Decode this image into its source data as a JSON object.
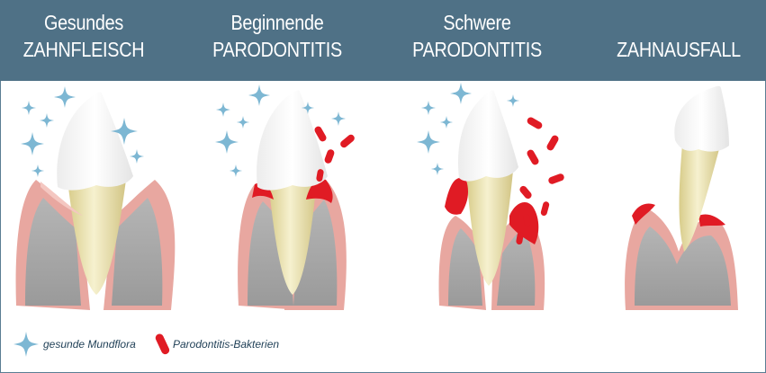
{
  "stages": [
    {
      "line1": "Gesundes",
      "line2": "ZAHNFLEISCH"
    },
    {
      "line1": "Beginnende",
      "line2": "PARODONTITIS"
    },
    {
      "line1": "Schwere",
      "line2": "PARODONTITIS"
    },
    {
      "line1": "",
      "line2": "ZAHNAUSFALL"
    }
  ],
  "legend": {
    "flora_label": "gesunde Mundflora",
    "bacteria_label": "Parodontitis-Bakterien"
  },
  "colors": {
    "header": "#4f7186",
    "sparkle": "#7db7d3",
    "bacteria": "#e01b24",
    "gum": "#e8a7a0",
    "bone": "#a7a7a7",
    "tooth_root": "#efe8b8",
    "crown": "#ffffff"
  },
  "icons": [
    "sparkle-icon",
    "bacteria-icon"
  ]
}
